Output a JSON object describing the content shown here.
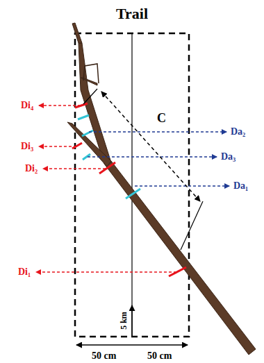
{
  "diagram": {
    "title": "Trail",
    "labels": [
      "Di₄",
      "Da₂",
      "Di₃",
      "Da₃",
      "Di₂",
      "Da₁",
      "Di₁",
      "C",
      "5 km",
      "50 cm",
      "50 cm"
    ]
  }
}
